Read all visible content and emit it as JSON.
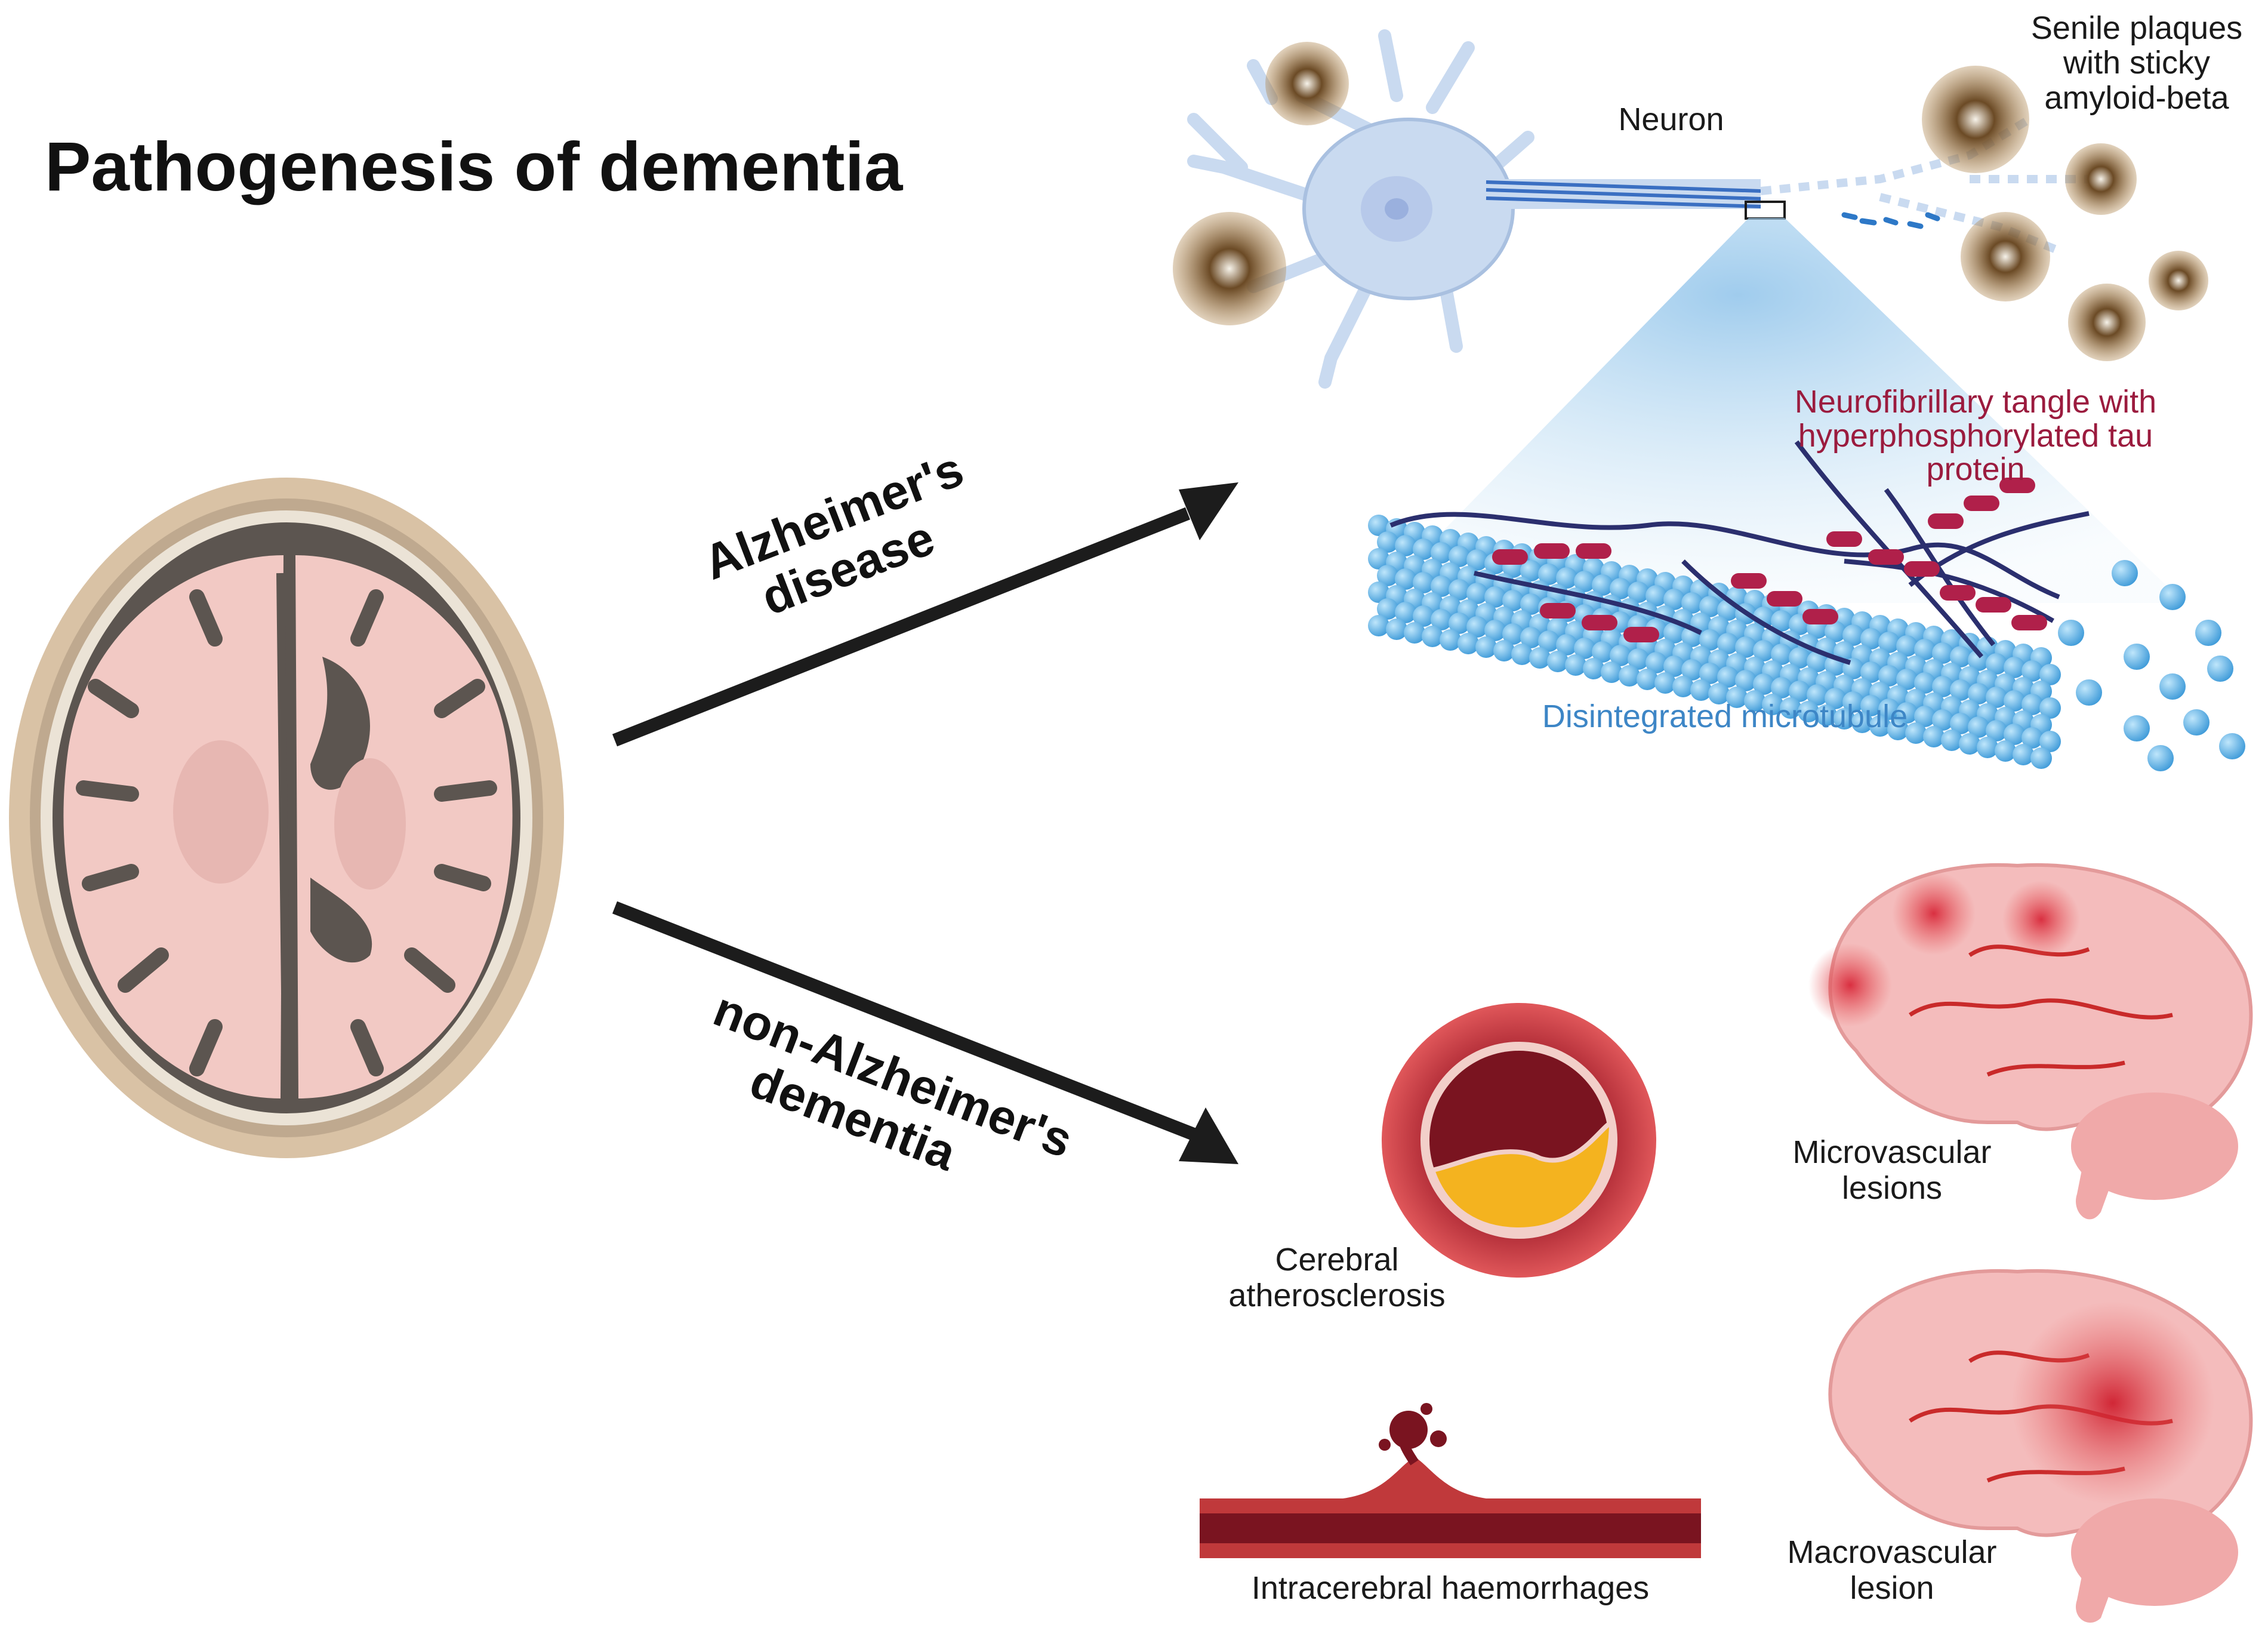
{
  "title": "Pathogenesis of dementia",
  "branches": {
    "alzheimers": [
      "Alzheimer's",
      "disease"
    ],
    "non_alzheimers": [
      "non-Alzheimer's",
      "dementia"
    ]
  },
  "labels": {
    "neuron": "Neuron",
    "senile_plaques": [
      "Senile plaques",
      "with sticky",
      "amyloid-beta"
    ],
    "tangle": [
      "Neurofibrillary tangle with",
      "hyperphosphorylated tau",
      "protein"
    ],
    "microtubule": "Disintegrated microtubule",
    "atherosclerosis": [
      "Cerebral",
      "atherosclerosis"
    ],
    "microvascular": [
      "Microvascular",
      "lesions"
    ],
    "macrovascular": [
      "Macrovascular",
      "lesion"
    ],
    "haemorrhage": "Intracerebral haemorrhages"
  },
  "colors": {
    "arrow": "#1c1c1c",
    "brain_tissue": "#f2c9c4",
    "brain_dark": "#5c5550",
    "skull": "#d9c2a5",
    "neuron": "#c9daf0",
    "microtubule": "#5aa9e0",
    "tau": "#b0204a",
    "plaque": "#8a6a3e",
    "vessel": "#c0393b",
    "blood": "#7a1420",
    "plaque_fat": "#f4b31f",
    "brain_pink": "#f4bcbc"
  }
}
